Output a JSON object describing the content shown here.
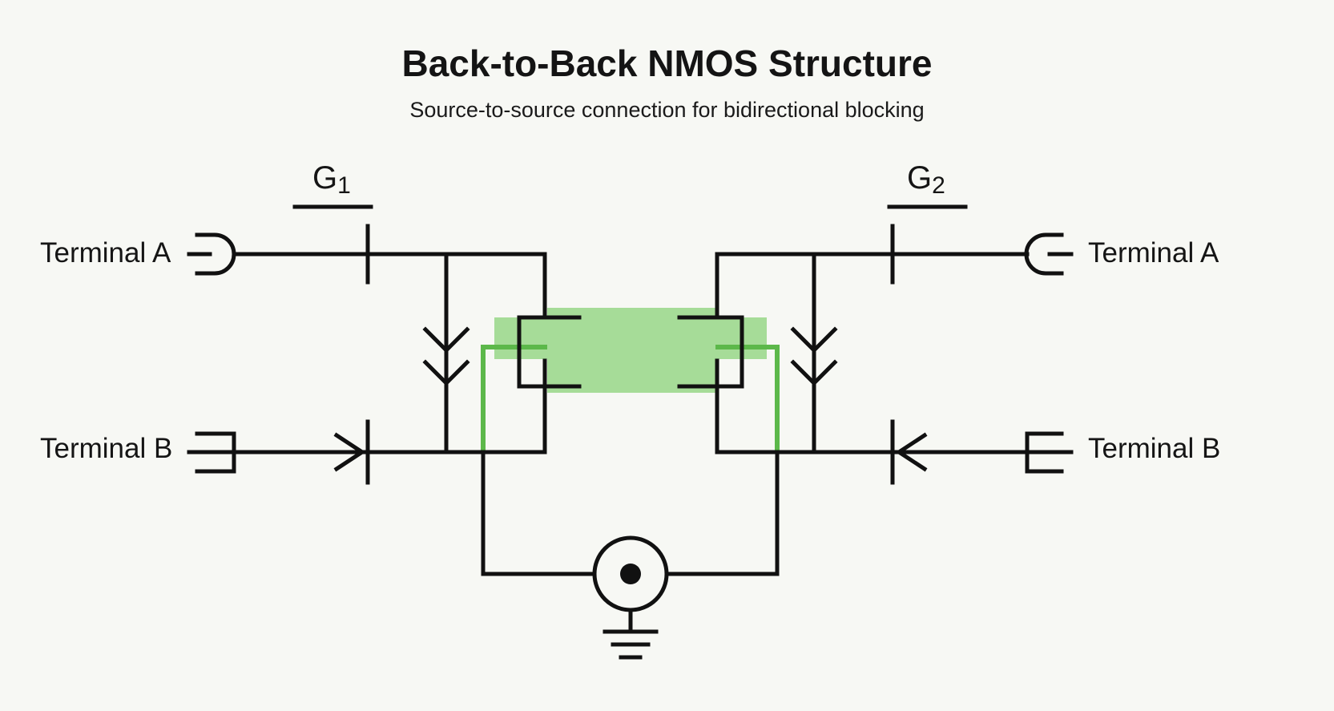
{
  "header": {
    "title": "Back-to-Back NMOS Structure",
    "subtitle": "Source-to-source connection for bidirectional blocking"
  },
  "gates": [
    {
      "letter": "G",
      "index": "1"
    },
    {
      "letter": "G",
      "index": "2"
    }
  ],
  "terminals": {
    "left_a": "Terminal A",
    "left_b": "Terminal B",
    "right_a": "Terminal A",
    "right_b": "Terminal B"
  },
  "colors": {
    "wire": "#111111",
    "channel_highlight": "#a6dc98",
    "body_link": "#5cb84a",
    "background": "#f7f8f4"
  },
  "icons": [
    "terminal-a-connector-icon",
    "terminal-b-connector-icon",
    "diode-arrow-icon",
    "ground-icon",
    "common-source-node-icon"
  ]
}
